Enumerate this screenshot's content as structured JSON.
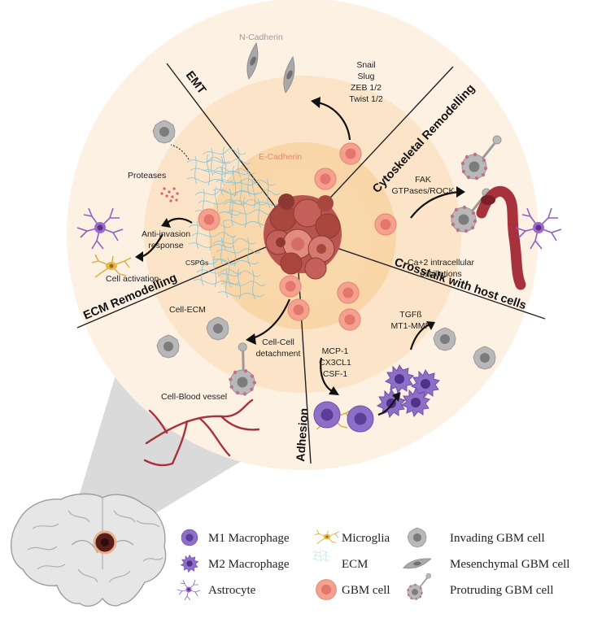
{
  "colors": {
    "outer_ring": "#fdf1e4",
    "mid_ring": "#fbe4c8",
    "inner_ring": "#f8d29e",
    "gbm_cell": "#f4a190",
    "gbm_nucleus": "#e4766b",
    "tumor": "#b9554f",
    "macrophage": "#8e6fc8",
    "astrocyte": "#9b6bc9",
    "microglia": "#e7b64a",
    "ecm": "#7cc0db",
    "vessel": "#a8323c",
    "invading": "#a7a7a7"
  },
  "sections": {
    "emt": "EMT",
    "cytoskeletal": "Cytoskeletal Remodelling",
    "crosstalk": "Crosstalk with host cells",
    "adhesion": "Adhesion",
    "ecm": "ECM Remodelling"
  },
  "labels": {
    "n_cadherin": "N-Cadherin",
    "e_cadherin": "E-Cadherin",
    "emt_factors": [
      "Snail",
      "Slug",
      "ZEB 1/2",
      "Twist 1/2"
    ],
    "fak": [
      "FAK",
      "GTPases/ROCK"
    ],
    "calcium": [
      "Ca+2 intracellular",
      "oscillations"
    ],
    "tgf": [
      "TGFß",
      "MT1-MMP"
    ],
    "chemokines": [
      "MCP-1",
      "CX3CL1",
      "CSF-1"
    ],
    "proteases": "Proteases",
    "anti_invasion": [
      "Anti-invasion",
      "response"
    ],
    "cspgs": "CSPGs",
    "cell_activation": "Cell activation",
    "cell_ecm": "Cell-ECM",
    "cell_cell": [
      "Cell-Cell",
      "detachment"
    ],
    "cell_blood": "Cell-Blood vessel"
  },
  "legend": {
    "m1": "M1 Macrophage",
    "m2": "M2 Macrophage",
    "astrocyte": "Astrocyte",
    "microglia": "Microglia",
    "ecm": "ECM",
    "gbm": "GBM cell",
    "invading": "Invading GBM cell",
    "mesenchymal": "Mesenchymal GBM cell",
    "protruding": "Protruding GBM cell"
  }
}
